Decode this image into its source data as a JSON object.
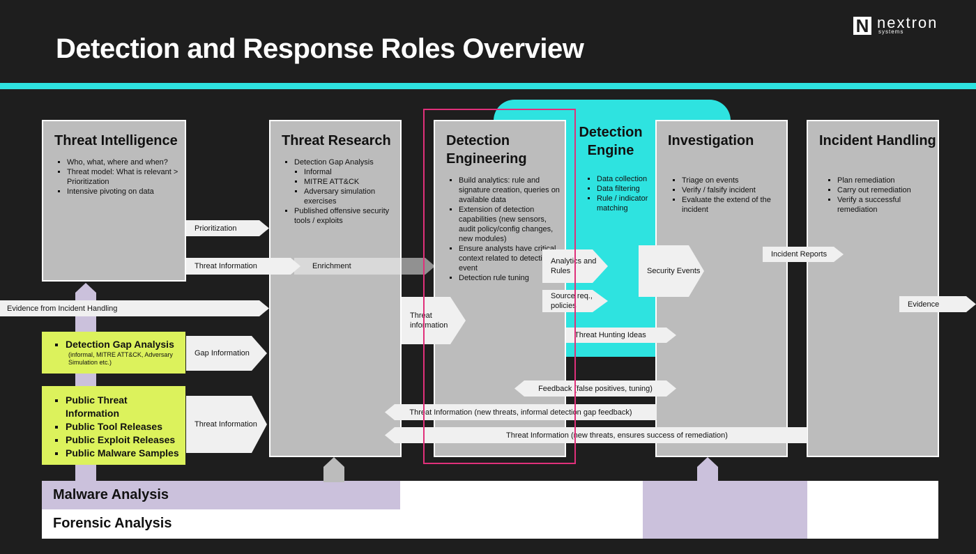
{
  "title": "Detection and Response Roles Overview",
  "logo": {
    "letter": "N",
    "word": "nextron",
    "sub": "systems"
  },
  "colors": {
    "background": "#1e1e1e",
    "accent": "#2ee3e0",
    "box": "#bcbcbc",
    "highlight": "#dcf25c",
    "lavender": "#cbc1dc",
    "focus_border": "#e0307a"
  },
  "columns": {
    "threat_intelligence": {
      "title": "Threat Intelligence",
      "items": [
        "Who, what, where and when?",
        "Threat model: What is relevant > Prioritization",
        "Intensive pivoting on data"
      ]
    },
    "threat_research": {
      "title": "Threat Research",
      "items": [
        "Detection Gap Analysis",
        "Published offensive security tools / exploits"
      ],
      "subitems": [
        "Informal",
        "MITRE ATT&CK",
        "Adversary simulation exercises"
      ]
    },
    "detection_engineering": {
      "title_line1": "Detection",
      "title_line2": "Engineering",
      "items": [
        "Build analytics: rule and signature creation, queries on available data",
        "Extension of detection capabilities (new sensors, audit policy/config changes, new modules)",
        "Ensure analysts have critical context related to detection event",
        "Detection rule tuning"
      ]
    },
    "detection_engine": {
      "title_line1": "Detection",
      "title_line2": "Engine",
      "items": [
        "Data collection",
        "Data filtering",
        "Rule / indicator matching"
      ]
    },
    "investigation": {
      "title": "Investigation",
      "items": [
        "Triage on events",
        "Verify / falsify incident",
        "Evaluate the extend of the incident"
      ]
    },
    "incident_handling": {
      "title": "Incident Handling",
      "items": [
        "Plan remediation",
        "Carry out remediation",
        "Verify a successful remediation"
      ]
    }
  },
  "arrows": {
    "prioritization": "Prioritization",
    "threat_information": "Threat Information",
    "enrichment": "Enrichment",
    "evidence_from_ih": "Evidence from Incident Handling",
    "gap_information": "Gap Information",
    "threat_information_public": "Threat Information",
    "threat_information_research": "Threat information",
    "analytics_rules": "Analytics and Rules",
    "source_req": "Source req., policies",
    "security_events": "Security Events",
    "incident_reports": "Incident Reports",
    "evidence": "Evidence",
    "threat_hunting": "Threat Hunting Ideas",
    "feedback": "Feedback (false positives, tuning)",
    "threat_info_gap": "Threat Information (new threats, informal detection gap feedback)",
    "threat_info_remediation": "Threat Information (new threats, ensures success of remediation)"
  },
  "sources": {
    "gap_analysis": {
      "title": "Detection Gap Analysis",
      "note": "(informal, MITRE ATT&CK, Adversary Simulation etc.)"
    },
    "public": [
      "Public Threat Information",
      "Public Tool Releases",
      "Public Exploit Releases",
      "Public Malware Samples"
    ]
  },
  "bands": {
    "malware": "Malware Analysis",
    "forensic": "Forensic Analysis"
  }
}
